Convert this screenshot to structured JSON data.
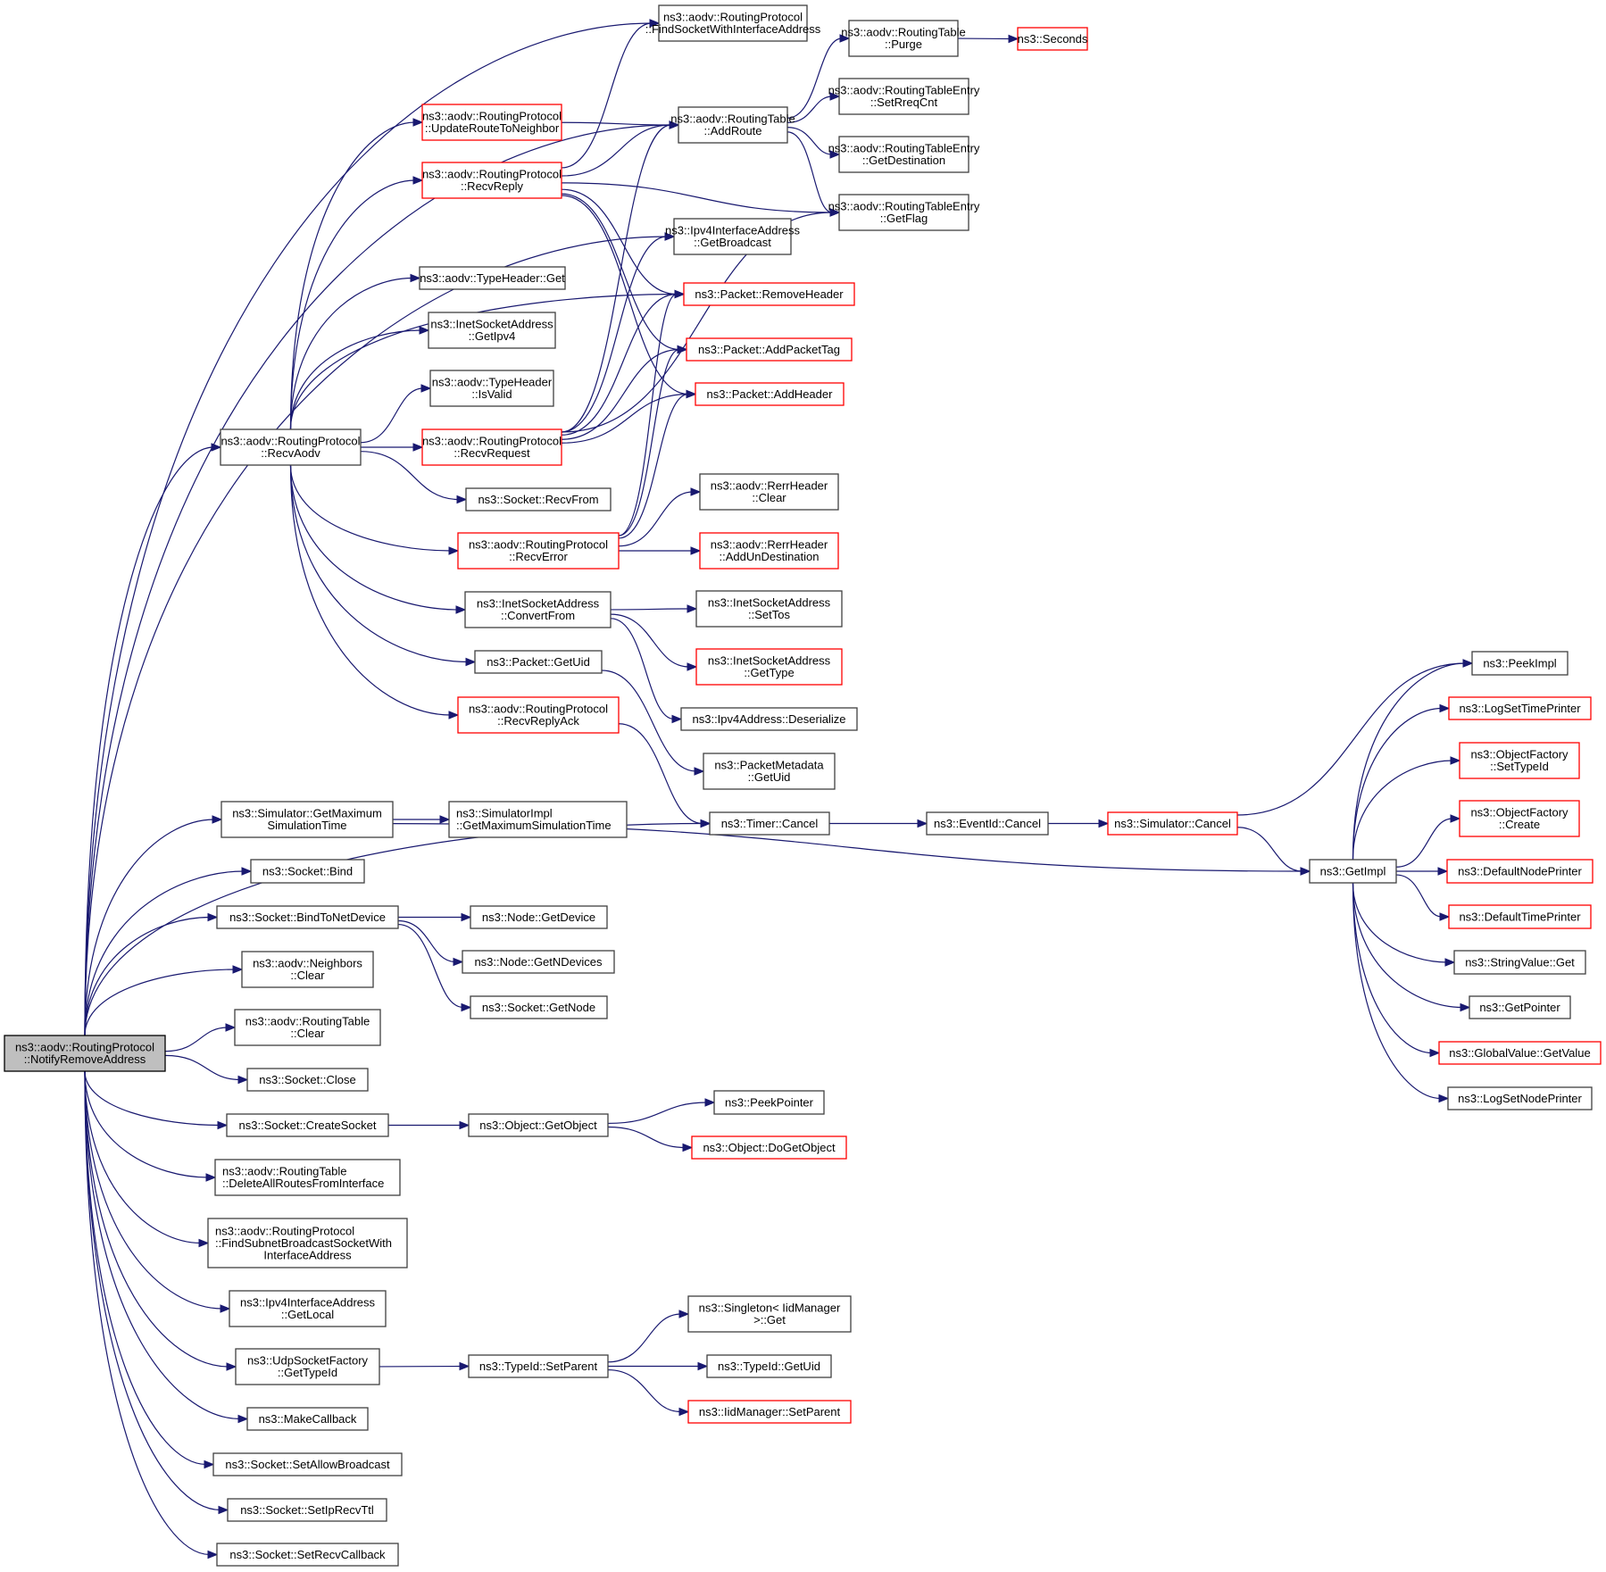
{
  "diagram": {
    "type": "call-graph",
    "title": "ns3::aodv::RoutingProtocol::NotifyRemoveAddress call graph",
    "colors": {
      "edge": "#191970",
      "node_border": "#404040",
      "node_border_incomplete": "#ff0000",
      "root_fill": "#bfbfbf"
    },
    "nodes": [
      {
        "id": "root",
        "lines": [
          "ns3::aodv::RoutingProtocol",
          "::NotifyRemoveAddress"
        ],
        "style": "root"
      },
      {
        "id": "findSocket",
        "lines": [
          "ns3::aodv::RoutingProtocol",
          "::FindSocketWithInterfaceAddress"
        ],
        "style": "normal"
      },
      {
        "id": "addRoute",
        "lines": [
          "ns3::aodv::RoutingTable",
          "::AddRoute"
        ],
        "style": "normal"
      },
      {
        "id": "purge",
        "lines": [
          "ns3::aodv::RoutingTable",
          "::Purge"
        ],
        "style": "normal"
      },
      {
        "id": "seconds",
        "lines": [
          "ns3::Seconds"
        ],
        "style": "red"
      },
      {
        "id": "setRreqCnt",
        "lines": [
          "ns3::aodv::RoutingTableEntry",
          "::SetRreqCnt"
        ],
        "style": "normal"
      },
      {
        "id": "getDestination",
        "lines": [
          "ns3::aodv::RoutingTableEntry",
          "::GetDestination"
        ],
        "style": "normal"
      },
      {
        "id": "getFlag",
        "lines": [
          "ns3::aodv::RoutingTableEntry",
          "::GetFlag"
        ],
        "style": "normal"
      },
      {
        "id": "getBroadcast",
        "lines": [
          "ns3::Ipv4InterfaceAddress",
          "::GetBroadcast"
        ],
        "style": "normal"
      },
      {
        "id": "updateRoute",
        "lines": [
          "ns3::aodv::RoutingProtocol",
          "::UpdateRouteToNeighbor"
        ],
        "style": "red"
      },
      {
        "id": "recvReply",
        "lines": [
          "ns3::aodv::RoutingProtocol",
          "::RecvReply"
        ],
        "style": "red"
      },
      {
        "id": "typeHeaderGet",
        "lines": [
          "ns3::aodv::TypeHeader::Get"
        ],
        "style": "normal"
      },
      {
        "id": "getIpv4",
        "lines": [
          "ns3::InetSocketAddress",
          "::GetIpv4"
        ],
        "style": "normal"
      },
      {
        "id": "isValid",
        "lines": [
          "ns3::aodv::TypeHeader",
          "::IsValid"
        ],
        "style": "normal"
      },
      {
        "id": "recvAodv",
        "lines": [
          "ns3::aodv::RoutingProtocol",
          "::RecvAodv"
        ],
        "style": "normal"
      },
      {
        "id": "recvRequest",
        "lines": [
          "ns3::aodv::RoutingProtocol",
          "::RecvRequest"
        ],
        "style": "red"
      },
      {
        "id": "removeHeader",
        "lines": [
          "ns3::Packet::RemoveHeader"
        ],
        "style": "red"
      },
      {
        "id": "addPacketTag",
        "lines": [
          "ns3::Packet::AddPacketTag"
        ],
        "style": "red"
      },
      {
        "id": "addHeader",
        "lines": [
          "ns3::Packet::AddHeader"
        ],
        "style": "red"
      },
      {
        "id": "recvFrom",
        "lines": [
          "ns3::Socket::RecvFrom"
        ],
        "style": "normal"
      },
      {
        "id": "recvError",
        "lines": [
          "ns3::aodv::RoutingProtocol",
          "::RecvError"
        ],
        "style": "red"
      },
      {
        "id": "rerrClear",
        "lines": [
          "ns3::aodv::RerrHeader",
          "::Clear"
        ],
        "style": "normal"
      },
      {
        "id": "addUnDest",
        "lines": [
          "ns3::aodv::RerrHeader",
          "::AddUnDestination"
        ],
        "style": "red"
      },
      {
        "id": "convertFrom",
        "lines": [
          "ns3::InetSocketAddress",
          "::ConvertFrom"
        ],
        "style": "normal"
      },
      {
        "id": "setTos",
        "lines": [
          "ns3::InetSocketAddress",
          "::SetTos"
        ],
        "style": "normal"
      },
      {
        "id": "packetGetUid",
        "lines": [
          "ns3::Packet::GetUid"
        ],
        "style": "normal"
      },
      {
        "id": "getType",
        "lines": [
          "ns3::InetSocketAddress",
          "::GetType"
        ],
        "style": "red"
      },
      {
        "id": "recvReplyAck",
        "lines": [
          "ns3::aodv::RoutingProtocol",
          "::RecvReplyAck"
        ],
        "style": "red"
      },
      {
        "id": "deserialize",
        "lines": [
          "ns3::Ipv4Address::Deserialize"
        ],
        "style": "normal"
      },
      {
        "id": "metaGetUid",
        "lines": [
          "ns3::PacketMetadata",
          "::GetUid"
        ],
        "style": "normal"
      },
      {
        "id": "simGetMax",
        "lines": [
          "ns3::Simulator::GetMaximum",
          "SimulationTime"
        ],
        "style": "normal"
      },
      {
        "id": "simImplGetMax",
        "lines": [
          "ns3::SimulatorImpl",
          "::GetMaximumSimulationTime"
        ],
        "style": "normal",
        "align": "left"
      },
      {
        "id": "timerCancel",
        "lines": [
          "ns3::Timer::Cancel"
        ],
        "style": "normal"
      },
      {
        "id": "eventCancel",
        "lines": [
          "ns3::EventId::Cancel"
        ],
        "style": "normal"
      },
      {
        "id": "simCancel",
        "lines": [
          "ns3::Simulator::Cancel"
        ],
        "style": "red"
      },
      {
        "id": "getImpl",
        "lines": [
          "ns3::GetImpl"
        ],
        "style": "normal"
      },
      {
        "id": "peekImpl",
        "lines": [
          "ns3::PeekImpl"
        ],
        "style": "normal"
      },
      {
        "id": "logSetTime",
        "lines": [
          "ns3::LogSetTimePrinter"
        ],
        "style": "red"
      },
      {
        "id": "ofSetTypeId",
        "lines": [
          "ns3::ObjectFactory",
          "::SetTypeId"
        ],
        "style": "red"
      },
      {
        "id": "ofCreate",
        "lines": [
          "ns3::ObjectFactory",
          "::Create"
        ],
        "style": "red"
      },
      {
        "id": "defNodePrinter",
        "lines": [
          "ns3::DefaultNodePrinter"
        ],
        "style": "red"
      },
      {
        "id": "defTimePrinter",
        "lines": [
          "ns3::DefaultTimePrinter"
        ],
        "style": "red"
      },
      {
        "id": "stringValueGet",
        "lines": [
          "ns3::StringValue::Get"
        ],
        "style": "normal"
      },
      {
        "id": "getPointer",
        "lines": [
          "ns3::GetPointer"
        ],
        "style": "normal"
      },
      {
        "id": "globalGetValue",
        "lines": [
          "ns3::GlobalValue::GetValue"
        ],
        "style": "red"
      },
      {
        "id": "logSetNode",
        "lines": [
          "ns3::LogSetNodePrinter"
        ],
        "style": "normal"
      },
      {
        "id": "socketBind",
        "lines": [
          "ns3::Socket::Bind"
        ],
        "style": "normal"
      },
      {
        "id": "bindToNetDevice",
        "lines": [
          "ns3::Socket::BindToNetDevice"
        ],
        "style": "normal"
      },
      {
        "id": "nodeGetDevice",
        "lines": [
          "ns3::Node::GetDevice"
        ],
        "style": "normal"
      },
      {
        "id": "nodeGetNDevices",
        "lines": [
          "ns3::Node::GetNDevices"
        ],
        "style": "normal"
      },
      {
        "id": "socketGetNode",
        "lines": [
          "ns3::Socket::GetNode"
        ],
        "style": "normal"
      },
      {
        "id": "neighborsClear",
        "lines": [
          "ns3::aodv::Neighbors",
          "::Clear"
        ],
        "style": "normal"
      },
      {
        "id": "rtClear",
        "lines": [
          "ns3::aodv::RoutingTable",
          "::Clear"
        ],
        "style": "normal"
      },
      {
        "id": "socketClose",
        "lines": [
          "ns3::Socket::Close"
        ],
        "style": "normal"
      },
      {
        "id": "createSocket",
        "lines": [
          "ns3::Socket::CreateSocket"
        ],
        "style": "normal"
      },
      {
        "id": "getObject",
        "lines": [
          "ns3::Object::GetObject"
        ],
        "style": "normal"
      },
      {
        "id": "peekPointer",
        "lines": [
          "ns3::PeekPointer"
        ],
        "style": "normal"
      },
      {
        "id": "doGetObject",
        "lines": [
          "ns3::Object::DoGetObject"
        ],
        "style": "red"
      },
      {
        "id": "deleteAllRoutes",
        "lines": [
          "ns3::aodv::RoutingTable",
          "::DeleteAllRoutesFromInterface"
        ],
        "style": "normal",
        "align": "left"
      },
      {
        "id": "findSubnet",
        "lines": [
          "ns3::aodv::RoutingProtocol",
          "::FindSubnetBroadcastSocketWith",
          "InterfaceAddress"
        ],
        "style": "normal",
        "align": "left3"
      },
      {
        "id": "getLocal",
        "lines": [
          "ns3::Ipv4InterfaceAddress",
          "::GetLocal"
        ],
        "style": "normal"
      },
      {
        "id": "udpGetTypeId",
        "lines": [
          "ns3::UdpSocketFactory",
          "::GetTypeId"
        ],
        "style": "normal"
      },
      {
        "id": "typeIdSetParent",
        "lines": [
          "ns3::TypeId::SetParent"
        ],
        "style": "normal"
      },
      {
        "id": "singletonGet",
        "lines": [
          "ns3::Singleton< IidManager",
          ">::Get"
        ],
        "style": "normal"
      },
      {
        "id": "typeIdGetUid",
        "lines": [
          "ns3::TypeId::GetUid"
        ],
        "style": "normal"
      },
      {
        "id": "iidSetParent",
        "lines": [
          "ns3::IidManager::SetParent"
        ],
        "style": "red"
      },
      {
        "id": "makeCallback",
        "lines": [
          "ns3::MakeCallback"
        ],
        "style": "normal"
      },
      {
        "id": "setAllowBroadcast",
        "lines": [
          "ns3::Socket::SetAllowBroadcast"
        ],
        "style": "normal"
      },
      {
        "id": "setIpRecvTtl",
        "lines": [
          "ns3::Socket::SetIpRecvTtl"
        ],
        "style": "normal"
      },
      {
        "id": "setRecvCallback",
        "lines": [
          "ns3::Socket::SetRecvCallback"
        ],
        "style": "normal"
      }
    ],
    "edges": [
      [
        "root",
        "findSocket"
      ],
      [
        "root",
        "addRoute"
      ],
      [
        "root",
        "getBroadcast"
      ],
      [
        "root",
        "recvAodv"
      ],
      [
        "root",
        "timerCancel"
      ],
      [
        "root",
        "simGetMax"
      ],
      [
        "root",
        "socketBind"
      ],
      [
        "root",
        "bindToNetDevice"
      ],
      [
        "root",
        "neighborsClear"
      ],
      [
        "root",
        "rtClear"
      ],
      [
        "root",
        "socketClose"
      ],
      [
        "root",
        "createSocket"
      ],
      [
        "root",
        "deleteAllRoutes"
      ],
      [
        "root",
        "findSubnet"
      ],
      [
        "root",
        "getLocal"
      ],
      [
        "root",
        "udpGetTypeId"
      ],
      [
        "root",
        "makeCallback"
      ],
      [
        "root",
        "setAllowBroadcast"
      ],
      [
        "root",
        "setIpRecvTtl"
      ],
      [
        "root",
        "setRecvCallback"
      ],
      [
        "addRoute",
        "purge"
      ],
      [
        "addRoute",
        "setRreqCnt"
      ],
      [
        "addRoute",
        "getDestination"
      ],
      [
        "addRoute",
        "getFlag"
      ],
      [
        "purge",
        "seconds"
      ],
      [
        "recvAodv",
        "updateRoute"
      ],
      [
        "recvAodv",
        "recvReply"
      ],
      [
        "recvAodv",
        "removeHeader"
      ],
      [
        "recvAodv",
        "typeHeaderGet"
      ],
      [
        "recvAodv",
        "getIpv4"
      ],
      [
        "recvAodv",
        "isValid"
      ],
      [
        "recvAodv",
        "recvRequest"
      ],
      [
        "recvAodv",
        "recvFrom"
      ],
      [
        "recvAodv",
        "recvError"
      ],
      [
        "recvAodv",
        "convertFrom"
      ],
      [
        "recvAodv",
        "packetGetUid"
      ],
      [
        "recvAodv",
        "recvReplyAck"
      ],
      [
        "updateRoute",
        "addRoute"
      ],
      [
        "recvReply",
        "findSocket"
      ],
      [
        "recvReply",
        "addRoute"
      ],
      [
        "recvReply",
        "getFlag"
      ],
      [
        "recvReply",
        "removeHeader"
      ],
      [
        "recvReply",
        "addPacketTag"
      ],
      [
        "recvReply",
        "addHeader"
      ],
      [
        "recvRequest",
        "getBroadcast"
      ],
      [
        "recvRequest",
        "addRoute"
      ],
      [
        "recvRequest",
        "removeHeader"
      ],
      [
        "recvRequest",
        "addPacketTag"
      ],
      [
        "recvRequest",
        "addHeader"
      ],
      [
        "recvRequest",
        "getFlag"
      ],
      [
        "recvError",
        "removeHeader"
      ],
      [
        "recvError",
        "addPacketTag"
      ],
      [
        "recvError",
        "addHeader"
      ],
      [
        "recvError",
        "rerrClear"
      ],
      [
        "recvError",
        "addUnDest"
      ],
      [
        "convertFrom",
        "setTos"
      ],
      [
        "convertFrom",
        "getType"
      ],
      [
        "convertFrom",
        "deserialize"
      ],
      [
        "packetGetUid",
        "metaGetUid"
      ],
      [
        "recvReplyAck",
        "timerCancel"
      ],
      [
        "simGetMax",
        "simImplGetMax"
      ],
      [
        "simGetMax",
        "getImpl"
      ],
      [
        "timerCancel",
        "eventCancel"
      ],
      [
        "eventCancel",
        "simCancel"
      ],
      [
        "simCancel",
        "peekImpl"
      ],
      [
        "simCancel",
        "getImpl"
      ],
      [
        "getImpl",
        "peekImpl"
      ],
      [
        "getImpl",
        "logSetTime"
      ],
      [
        "getImpl",
        "ofSetTypeId"
      ],
      [
        "getImpl",
        "ofCreate"
      ],
      [
        "getImpl",
        "defNodePrinter"
      ],
      [
        "getImpl",
        "defTimePrinter"
      ],
      [
        "getImpl",
        "stringValueGet"
      ],
      [
        "getImpl",
        "getPointer"
      ],
      [
        "getImpl",
        "globalGetValue"
      ],
      [
        "getImpl",
        "logSetNode"
      ],
      [
        "bindToNetDevice",
        "nodeGetDevice"
      ],
      [
        "bindToNetDevice",
        "nodeGetNDevices"
      ],
      [
        "bindToNetDevice",
        "socketGetNode"
      ],
      [
        "createSocket",
        "getObject"
      ],
      [
        "getObject",
        "peekPointer"
      ],
      [
        "getObject",
        "doGetObject"
      ],
      [
        "udpGetTypeId",
        "typeIdSetParent"
      ],
      [
        "typeIdSetParent",
        "singletonGet"
      ],
      [
        "typeIdSetParent",
        "typeIdGetUid"
      ],
      [
        "typeIdSetParent",
        "iidSetParent"
      ]
    ]
  }
}
